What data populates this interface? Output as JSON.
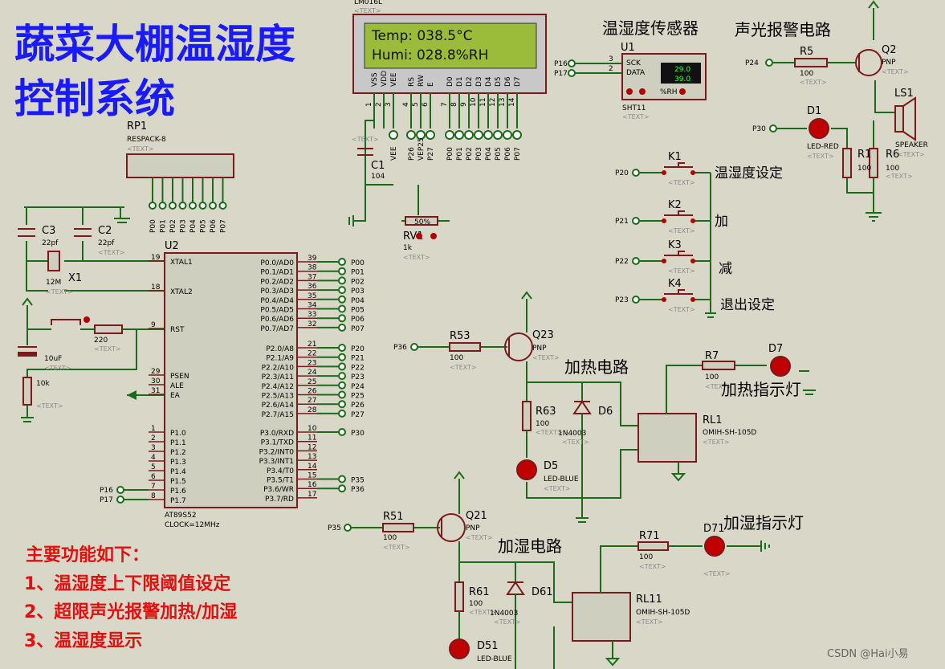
{
  "title": {
    "line1": "蔬菜大棚温湿度",
    "line2": "控制系统"
  },
  "lcd": {
    "name": "LM016L",
    "row1": "Temp: 038.5°C",
    "row2": "Humi: 028.8%RH",
    "pins": [
      "VSS",
      "VDD",
      "VEE",
      "RS",
      "RW",
      "E",
      "D0",
      "D1",
      "D2",
      "D3",
      "D4",
      "D5",
      "D6",
      "D7"
    ],
    "pin_nums": [
      "1",
      "2",
      "3",
      "4",
      "5",
      "6",
      "7",
      "8",
      "9",
      "10",
      "11",
      "12",
      "13",
      "14"
    ]
  },
  "lcd_nets": [
    "VEE",
    "P26",
    "VEP25",
    "P27",
    "P00",
    "P01",
    "P02",
    "P03",
    "P04",
    "P05",
    "P06",
    "P07"
  ],
  "sensor": {
    "heading": "温湿度传感器",
    "ref": "U1",
    "part": "SHT11",
    "sck": "SCK",
    "data": "DATA",
    "in1": "P16",
    "in2": "P17",
    "pin1": "3",
    "pin2": "2",
    "temp": "29.0",
    "humi": "39.0",
    "unit": "%RH"
  },
  "alarm": {
    "heading": "声光报警电路",
    "q": "Q2",
    "qtype": "PNP",
    "r5": "R5",
    "r5v": "100",
    "net": "P24",
    "ls": "LS1",
    "speaker": "SPEAKER",
    "d1": "D1",
    "d1t": "LED-RED",
    "d1net": "P30",
    "r1": "R1",
    "r1v": "100",
    "r6": "R6",
    "r6v": "100"
  },
  "keys": [
    {
      "ref": "K1",
      "net": "P20",
      "label": "温湿度设定"
    },
    {
      "ref": "K2",
      "net": "P21",
      "label": "加"
    },
    {
      "ref": "K3",
      "net": "P22",
      "label": "减"
    },
    {
      "ref": "K4",
      "net": "P23",
      "label": "退出设定"
    }
  ],
  "rp1": {
    "ref": "RP1",
    "part": "RESPACK-8",
    "nets": [
      "P00",
      "P01",
      "P02",
      "P03",
      "P04",
      "P05",
      "P06",
      "P07"
    ]
  },
  "osc": {
    "c3": "C3",
    "c3v": "22pf",
    "c2": "C2",
    "c2v": "22pf",
    "x1": "X1",
    "x1v": "12M"
  },
  "reset": {
    "r": "220",
    "c": "10uF",
    "r2": "10k"
  },
  "mcu": {
    "ref": "U2",
    "part": "AT89S52",
    "clock": "CLOCK=12MHz",
    "left_pins": [
      {
        "num": "19",
        "name": "XTAL1"
      },
      {
        "num": "18",
        "name": "XTAL2"
      },
      {
        "num": "9",
        "name": "RST"
      },
      {
        "num": "29",
        "name": "PSEN"
      },
      {
        "num": "30",
        "name": "ALE"
      },
      {
        "num": "31",
        "name": "EA"
      },
      {
        "num": "1",
        "name": "P1.0"
      },
      {
        "num": "2",
        "name": "P1.1"
      },
      {
        "num": "3",
        "name": "P1.2"
      },
      {
        "num": "4",
        "name": "P1.3"
      },
      {
        "num": "5",
        "name": "P1.4"
      },
      {
        "num": "6",
        "name": "P1.5"
      },
      {
        "num": "7",
        "name": "P1.6"
      },
      {
        "num": "8",
        "name": "P1.7"
      }
    ],
    "left_nets": {
      "p16": "P16",
      "p17": "P17"
    },
    "right_pins": [
      {
        "num": "39",
        "name": "P0.0/AD0",
        "net": "P00"
      },
      {
        "num": "38",
        "name": "P0.1/AD1",
        "net": "P01"
      },
      {
        "num": "37",
        "name": "P0.2/AD2",
        "net": "P02"
      },
      {
        "num": "36",
        "name": "P0.3/AD3",
        "net": "P03"
      },
      {
        "num": "35",
        "name": "P0.4/AD4",
        "net": "P04"
      },
      {
        "num": "34",
        "name": "P0.5/AD5",
        "net": "P05"
      },
      {
        "num": "33",
        "name": "P0.6/AD6",
        "net": "P06"
      },
      {
        "num": "32",
        "name": "P0.7/AD7",
        "net": "P07"
      },
      {
        "num": "21",
        "name": "P2.0/A8",
        "net": "P20"
      },
      {
        "num": "22",
        "name": "P2.1/A9",
        "net": "P21"
      },
      {
        "num": "23",
        "name": "P2.2/A10",
        "net": "P22"
      },
      {
        "num": "24",
        "name": "P2.3/A11",
        "net": "P23"
      },
      {
        "num": "25",
        "name": "P2.4/A12",
        "net": "P24"
      },
      {
        "num": "26",
        "name": "P2.5/A13",
        "net": "P25"
      },
      {
        "num": "27",
        "name": "P2.6/A14",
        "net": "P26"
      },
      {
        "num": "28",
        "name": "P2.7/A15",
        "net": "P27"
      },
      {
        "num": "10",
        "name": "P3.0/RXD",
        "net": "P30"
      },
      {
        "num": "11",
        "name": "P3.1/TXD",
        "net": ""
      },
      {
        "num": "12",
        "name": "P3.2/INT0",
        "net": ""
      },
      {
        "num": "13",
        "name": "P3.3/INT1",
        "net": ""
      },
      {
        "num": "14",
        "name": "P3.4/T0",
        "net": ""
      },
      {
        "num": "15",
        "name": "P3.5/T1",
        "net": "P35"
      },
      {
        "num": "16",
        "name": "P3.6/WR",
        "net": "P36"
      },
      {
        "num": "17",
        "name": "P3.7/RD",
        "net": ""
      }
    ]
  },
  "heat": {
    "heading": "加热电路",
    "net": "P36",
    "r": "R53",
    "rv": "100",
    "q": "Q23",
    "qtype": "PNP",
    "r63": "R63",
    "r63v": "100",
    "d6": "D6",
    "d6t": "1N4003",
    "d5": "D5",
    "d5t": "LED-BLUE",
    "rl": "RL1",
    "rlt": "OMIH-SH-105D",
    "r7": "R7",
    "r7v": "100",
    "d7": "D7",
    "ind": "加热指示灯"
  },
  "humid": {
    "heading": "加湿电路",
    "net": "P35",
    "r": "R51",
    "rv": "100",
    "q": "Q21",
    "qtype": "PNP",
    "r61": "R61",
    "r61v": "100",
    "d61": "D61",
    "d61t": "1N4003",
    "d51": "D51",
    "d51t": "LED-BLUE",
    "rl": "RL11",
    "rlt": "OMIH-SH-105D",
    "r71": "R71",
    "r71v": "100",
    "d71": "D71",
    "ind": "加湿指示灯"
  },
  "misc": {
    "c1": "C1",
    "c1v": "104",
    "rv1": "RV1",
    "rv1v": "1k",
    "rv1pct": "50%"
  },
  "features": {
    "head": "主要功能如下：",
    "items": [
      "1、温湿度上下限阈值设定",
      "2、超限声光报警加热/加湿",
      "3、温湿度显示"
    ]
  },
  "text_placeholder": "<TEXT>",
  "watermark": "CSDN @Hai小易"
}
